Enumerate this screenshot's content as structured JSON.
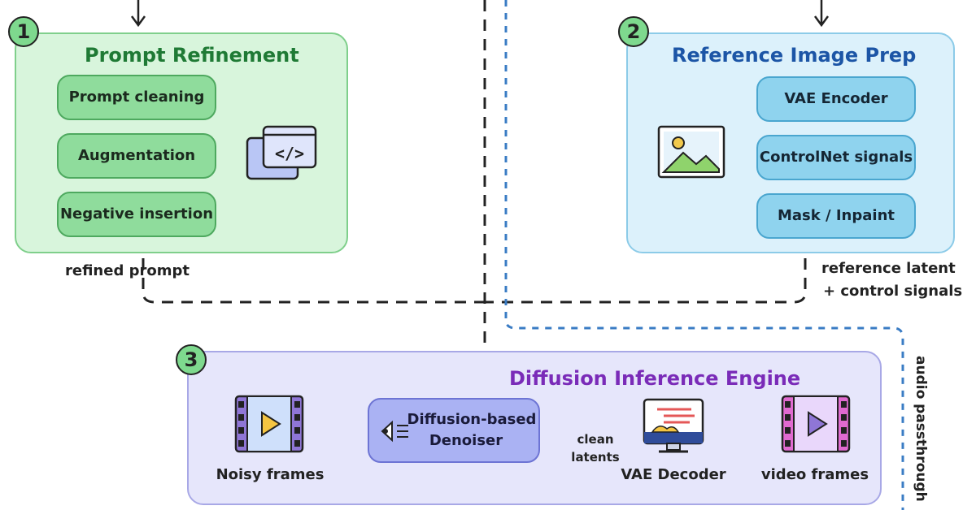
{
  "panels": {
    "prompt_refinement": {
      "number": "1",
      "title": "Prompt Refinement",
      "steps": [
        "Prompt cleaning",
        "Augmentation",
        "Negative insertion"
      ],
      "output_label": "refined prompt"
    },
    "reference_image_prep": {
      "number": "2",
      "title": "Reference Image Prep",
      "steps": [
        "VAE Encoder",
        "ControlNet signals",
        "Mask / Inpaint"
      ],
      "output_label_line1": "reference latent",
      "output_label_line2": "+ control signals"
    },
    "diffusion_engine": {
      "number": "3",
      "title": "Diffusion Inference Engine",
      "input_label": "Noisy frames",
      "denoiser_line1": "Diffusion-based",
      "denoiser_line2": "Denoiser",
      "edge_label_line1": "clean",
      "edge_label_line2": "latents",
      "decoder_label": "VAE Decoder",
      "output_label": "video frames"
    }
  },
  "side_label": "audio passthrough",
  "icons": {
    "code_window": "code-window-icon",
    "image": "image-icon",
    "film_in": "film-strip-icon",
    "filter": "filter-icon",
    "monitor": "monitor-icon",
    "film_out": "film-strip-icon"
  },
  "colors": {
    "green_panel": "#d8f5dc",
    "blue_panel": "#dcf1fb",
    "purple_panel": "#e6e6fb",
    "green_title": "#1f7a35",
    "blue_title": "#1c55a6",
    "purple_title": "#7a2bb8",
    "blue_dash": "#3a7cc4"
  }
}
